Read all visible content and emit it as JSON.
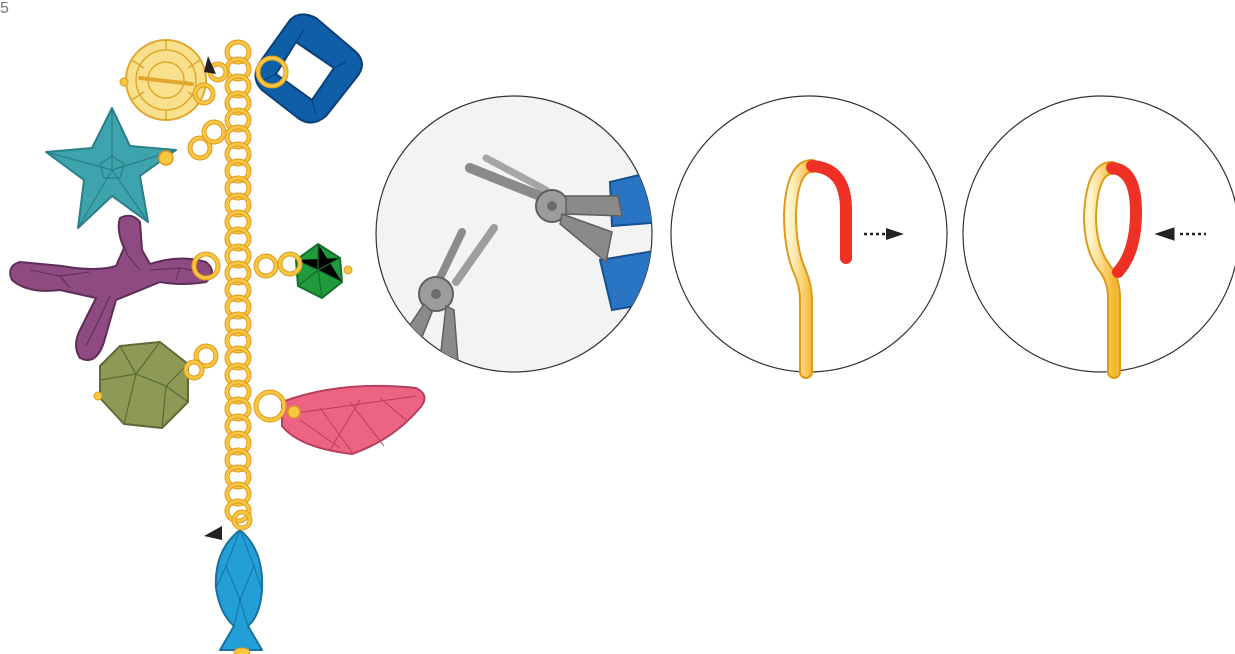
{
  "step_number": "5",
  "colors": {
    "gold": "#F7C744",
    "gold_outline": "#E09A1A",
    "bead_navy": "#0E5FA8",
    "bead_teal": "#3DA3AC",
    "bead_purple": "#8E4B82",
    "bead_green": "#1F9A3C",
    "bead_olive": "#8C9A55",
    "bead_pink": "#EC6483",
    "bead_blue": "#239ED6",
    "charm_yellow": "#F8E08C",
    "wire_red": "#EE3124",
    "arrow": "#222222"
  },
  "icons": [
    "pliers-icon",
    "arrow-right-icon",
    "arrow-left-icon",
    "pointer-triangle-icon"
  ],
  "panels": [
    {
      "name": "pliers-panel",
      "content": "pliers-icon"
    },
    {
      "name": "open-loop-panel",
      "arrow": "arrow-right-icon"
    },
    {
      "name": "closed-loop-panel",
      "arrow": "arrow-left-icon"
    }
  ]
}
